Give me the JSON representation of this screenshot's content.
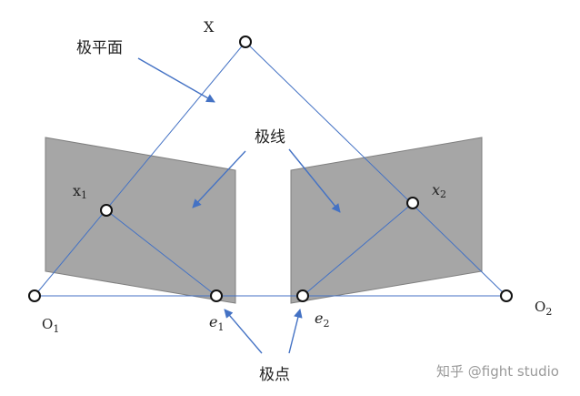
{
  "labels": {
    "world_point": "X",
    "epipolar_plane": "极平面",
    "epipolar_line": "极线",
    "epipole": "极点",
    "point1_letter": "x",
    "point1_sub": "1",
    "point2_letter": "x",
    "point2_sub": "2",
    "center1_letter": "O",
    "center1_sub": "1",
    "center2_letter": "O",
    "center2_sub": "2",
    "epipole1_letter": "e",
    "epipole1_sub": "1",
    "epipole2_letter": "e",
    "epipole2_sub": "2"
  },
  "watermark": "知乎 @fight studio",
  "colors": {
    "plane_fill": "#a6a6a6",
    "plane_stroke": "#7f7f7f",
    "line": "#4472c4",
    "arrow": "#4472c4",
    "point_fill": "#ffffff",
    "point_stroke": "#111111"
  }
}
